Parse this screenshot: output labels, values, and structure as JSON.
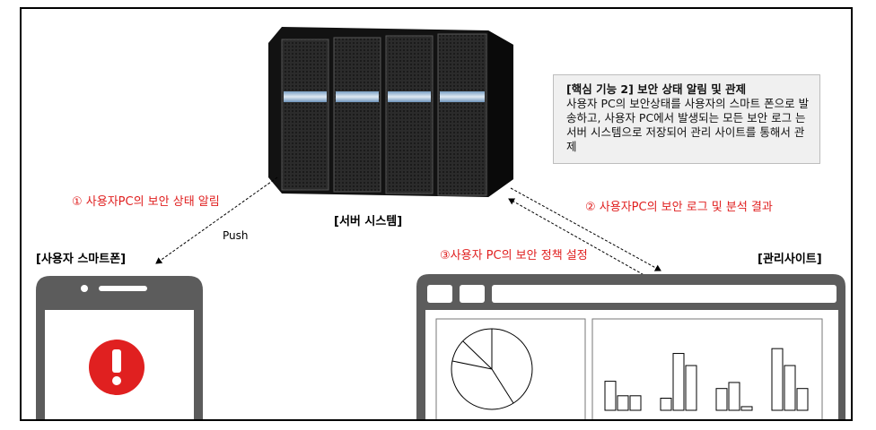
{
  "labels": {
    "server": "[서버 시스템]",
    "smartphone": "[사용자 스마트폰]",
    "admin_site": "[관리사이트]",
    "push": "Push"
  },
  "flows": {
    "step1": "① 사용자PC의 보안 상태 알림",
    "step2": "② 사용자PC의 보안 로그 및 분석 결과",
    "step3": "③사용자 PC의 보안 정책 설정"
  },
  "info_box": {
    "title": "[핵심 기능 2] 보안 상태 알림 및 관제",
    "body": "사용자 PC의 보안상태를 사용자의 스마트 폰으로 발송하고, 사용자 PC에서 발생되는 모든 보안 로그 는 서버 시스템으로 저장되어 관리 사이트를 통해서 관제"
  },
  "phone": {
    "alert_glyph": "!",
    "icons": [
      "alert-icon"
    ]
  },
  "admin_chart": {
    "bar_groups": [
      [
        24,
        12,
        12
      ],
      [
        10,
        47,
        37
      ],
      [
        18,
        23,
        3
      ],
      [
        51,
        37,
        18
      ]
    ]
  },
  "colors": {
    "alert_red": "#e02020",
    "device_gray": "#5a5a5a",
    "info_bg": "#f0f0f0"
  }
}
